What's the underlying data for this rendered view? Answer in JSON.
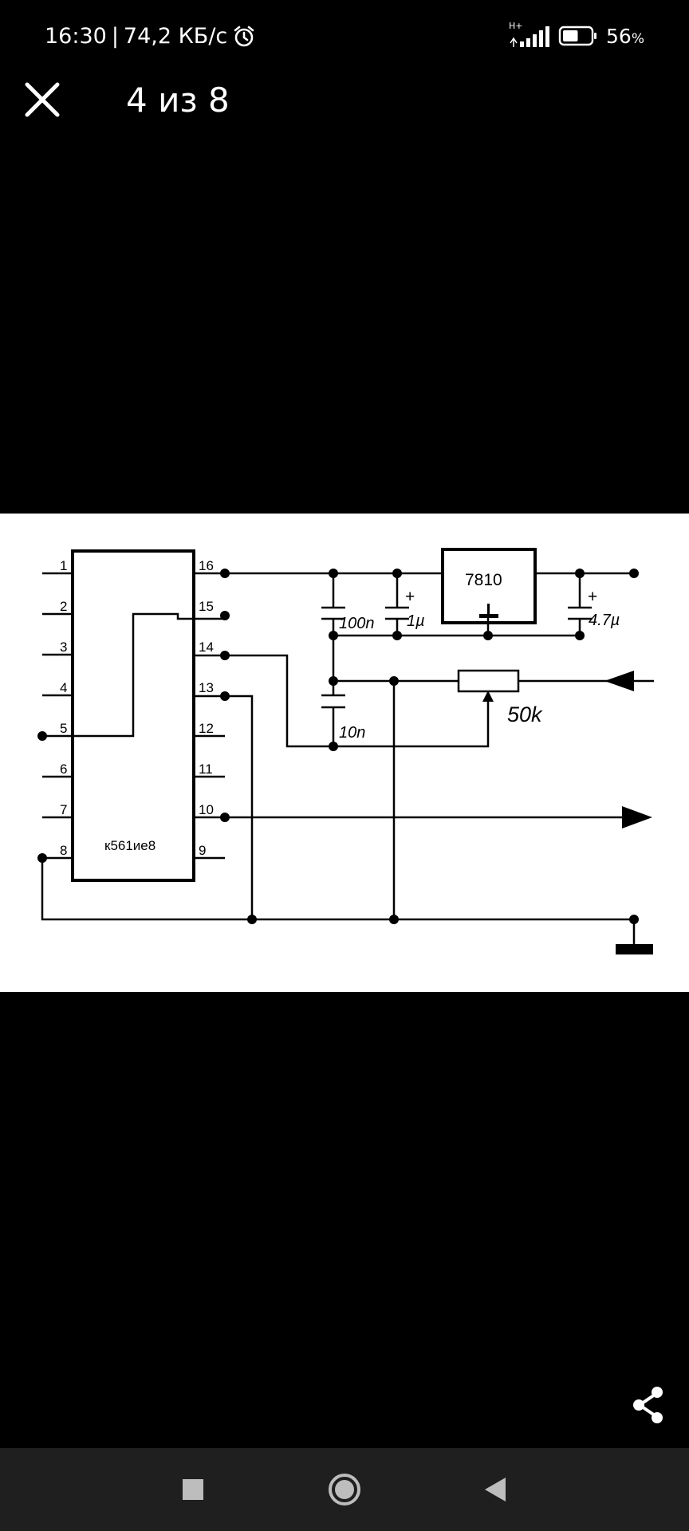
{
  "status_bar": {
    "time": "16:30",
    "separator": "|",
    "net_speed": "74,2 КБ/с",
    "network_type": "H+",
    "battery_level": "56",
    "battery_unit": "%",
    "battery_fraction": 0.56,
    "icons": [
      "alarm-icon",
      "signal-icon",
      "battery-icon"
    ]
  },
  "viewer": {
    "counter": "4 из 8",
    "close_icon": "close-icon",
    "share_icon": "share-icon"
  },
  "schematic": {
    "ic_label": "к561ие8",
    "left_pins": [
      "1",
      "2",
      "3",
      "4",
      "5",
      "6",
      "7",
      "8"
    ],
    "right_pins": [
      "16",
      "15",
      "14",
      "13",
      "12",
      "11",
      "10",
      "9"
    ],
    "regulator": "7810",
    "capacitors": [
      "100n",
      "1µ",
      "10n",
      "4.7µ"
    ],
    "polarity_mark": "+",
    "potentiometer": "50k"
  },
  "nav_bar": {
    "recents_icon": "square-icon",
    "home_icon": "circle-icon",
    "back_icon": "triangle-back-icon"
  },
  "colors": {
    "background": "#000000",
    "nav_background": "#1f1f1f",
    "foreground": "#ffffff",
    "nav_icon": "#bdbdbd"
  }
}
